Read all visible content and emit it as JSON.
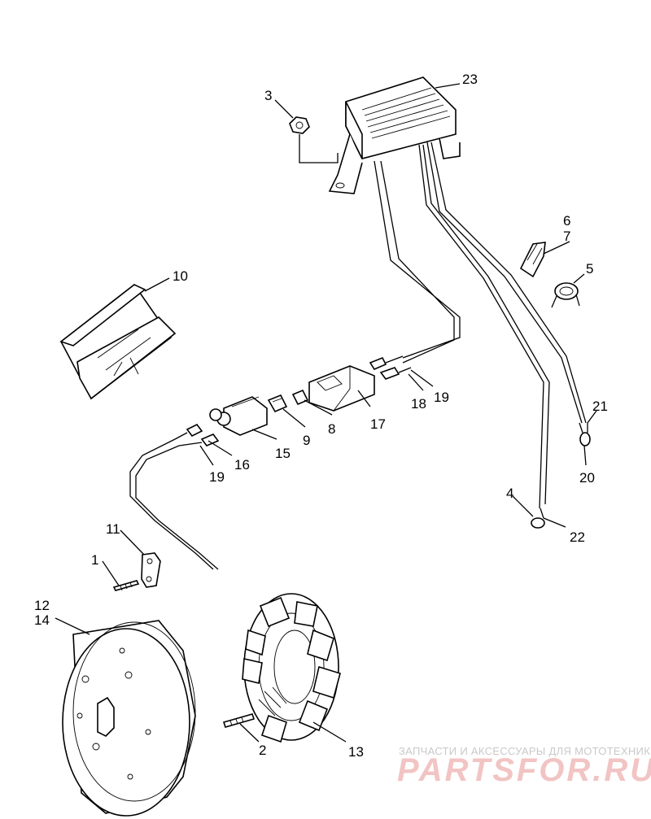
{
  "callouts": {
    "c1": "1",
    "c2": "2",
    "c3": "3",
    "c4": "4",
    "c5": "5",
    "c6": "6",
    "c7": "7",
    "c8": "8",
    "c9": "9",
    "c10": "10",
    "c11": "11",
    "c12": "12",
    "c13": "13",
    "c14": "14",
    "c15": "15",
    "c16": "16",
    "c17": "17",
    "c18": "18",
    "c19a": "19",
    "c19b": "19",
    "c20": "20",
    "c21": "21",
    "c22": "22",
    "c23": "23"
  },
  "watermark": {
    "tagline": "ЗАПЧАСТИ И АКСЕССУАРЫ ДЛЯ МОТОТЕХНИКИ",
    "logo": "PARTSFOR.RU"
  }
}
